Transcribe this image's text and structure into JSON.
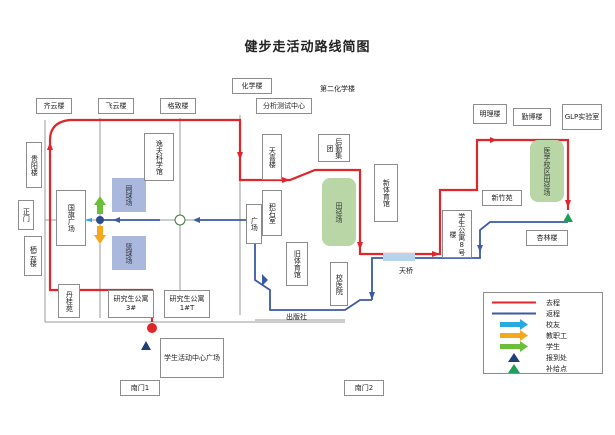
{
  "title": "健步走活动路线简图",
  "buildings": {
    "qiyun": "齐云楼",
    "feiyun": "飞云楼",
    "gezhi": "格致楼",
    "huaxue": "化学楼",
    "fenxi": "分析测试中心",
    "dier_huaxue": "第二化学楼",
    "mingli": "明理楼",
    "maobo": "勤博楼",
    "glp": "GLP实验室",
    "guifu": "贵阳楼",
    "zhengmen": "正门",
    "xiyun": "栖云楼",
    "yifu": "逸夫科学馆",
    "tianxi": "天喜楼",
    "houmu": "后勤集团",
    "xinti": "新体育馆",
    "yixue": "医学校区田径场",
    "xinzhu": "新竹苑",
    "xiaohua": "积石室",
    "guangchang": "广场",
    "jiuti": "旧体育馆",
    "xiaoyi": "校医院",
    "chubanshe": "出版社",
    "xuesheng_gy": "学生公寓8号楼",
    "xinglin": "杏林楼",
    "danzhu": "丹桂苑",
    "yjs_a": "研究生公寓3#",
    "yjs_b": "研究生公寓1#T",
    "xshd": "学生活动中心广场",
    "nanmen1": "南门1",
    "nanmen2": "南门2",
    "tianqiao": "天桥",
    "guoqi": "国旗广场",
    "wangqiu": "网球场",
    "lanqiu": "篮球场",
    "tianjing": "田径场"
  },
  "legend": [
    {
      "label": "去程",
      "type": "line",
      "color": "#e0262a"
    },
    {
      "label": "返程",
      "type": "line",
      "color": "#3a5aa5"
    },
    {
      "label": "校友",
      "type": "arrow",
      "color": "#28a9e0"
    },
    {
      "label": "教职工",
      "type": "arrow",
      "color": "#f4a81d"
    },
    {
      "label": "学生",
      "type": "arrow",
      "color": "#6cbf3a"
    },
    {
      "label": "报到处",
      "type": "tri",
      "color": "#1f3f7a"
    },
    {
      "label": "补给点",
      "type": "tri",
      "color": "#1fa05a"
    }
  ]
}
